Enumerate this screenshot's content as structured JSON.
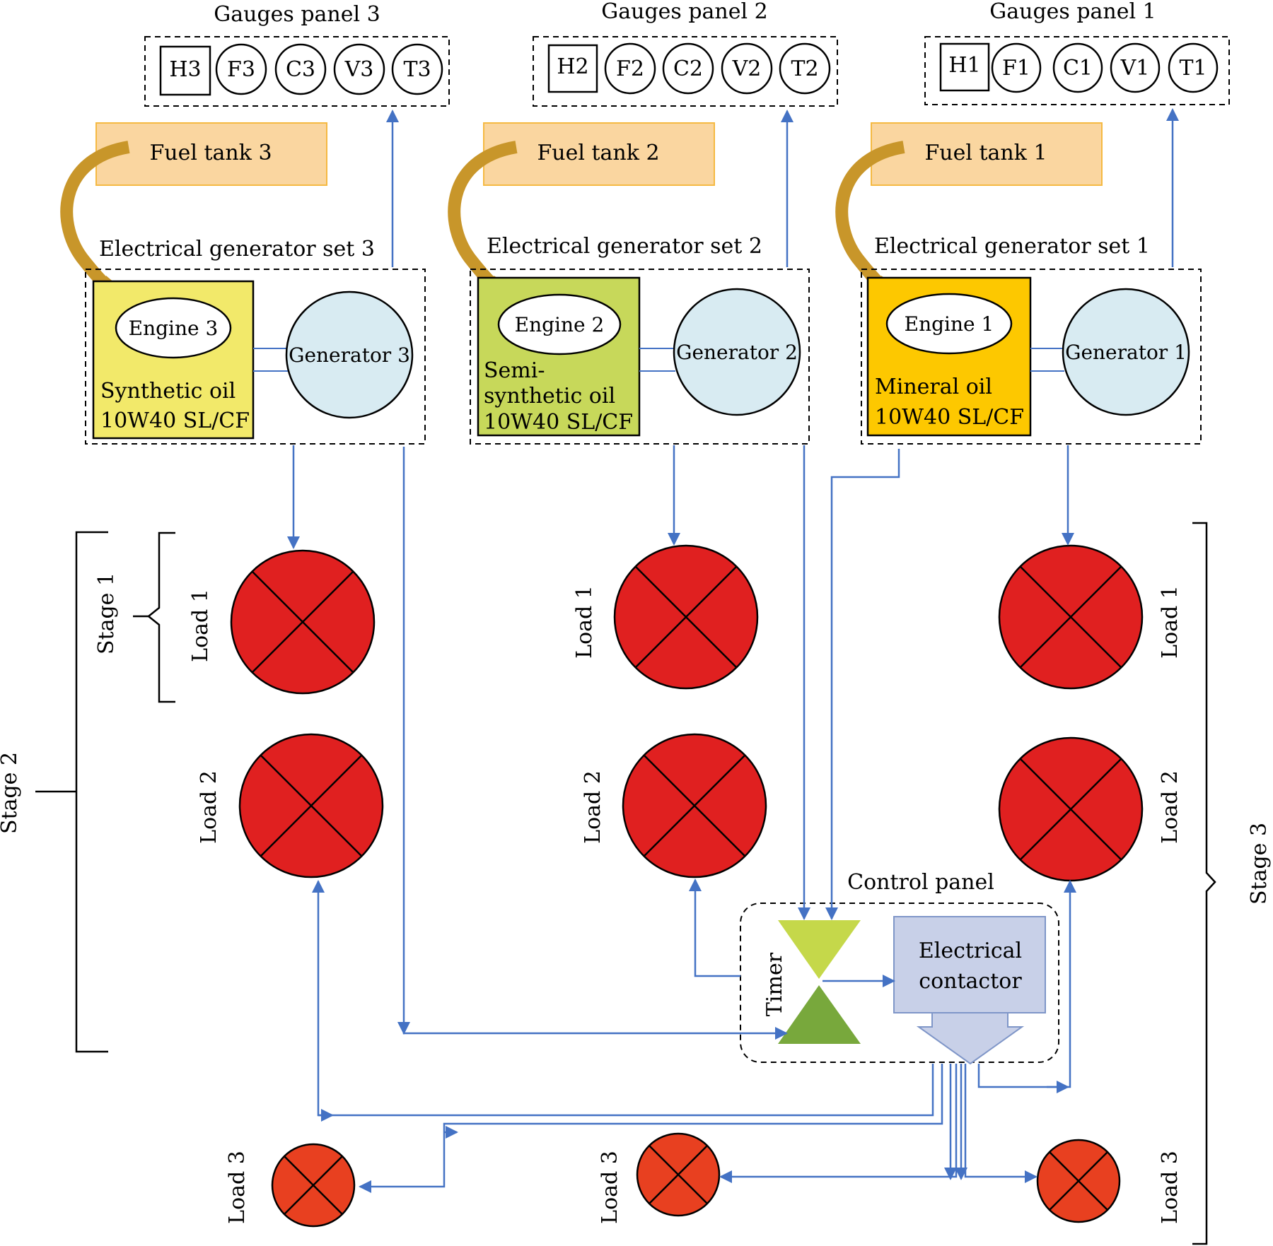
{
  "colors": {
    "flow": "#4472c4",
    "fuel_tank": "#fad6a0",
    "fuel_tank_border": "#f5b942",
    "fuel_arrow": "#c8962a",
    "engine3_box": "#f2e96a",
    "engine2_box": "#c7d85a",
    "engine1_box": "#fdc800",
    "generator": "#d8ebf2",
    "load_big": "#e02020",
    "load_small": "#e84020",
    "timer_top": "#c5d84a",
    "timer_bottom": "#78a83c",
    "contactor": "#c8d0e8",
    "contactor_border": "#7f96c8"
  },
  "gauges_panels": [
    {
      "title": "Gauges panel 3",
      "gauges": [
        "H3",
        "F3",
        "C3",
        "V3",
        "T3"
      ]
    },
    {
      "title": "Gauges panel 2",
      "gauges": [
        "H2",
        "F2",
        "C2",
        "V2",
        "T2"
      ]
    },
    {
      "title": "Gauges panel 1",
      "gauges": [
        "H1",
        "F1",
        "C1",
        "V1",
        "T1"
      ]
    }
  ],
  "fuel_tanks": [
    "Fuel tank 3",
    "Fuel tank 2",
    "Fuel tank 1"
  ],
  "generator_sets": [
    {
      "title": "Electrical generator set 3",
      "engine": "Engine 3",
      "generator": "Generator 3",
      "oil_lines": [
        "Synthetic oil",
        "10W40 SL/CF"
      ]
    },
    {
      "title": "Electrical generator set 2",
      "engine": "Engine 2",
      "generator": "Generator 2",
      "oil_lines": [
        "Semi-",
        "synthetic oil",
        "10W40 SL/CF"
      ]
    },
    {
      "title": "Electrical generator set 1",
      "engine": "Engine 1",
      "generator": "Generator 1",
      "oil_lines": [
        "Mineral oil",
        "10W40 SL/CF"
      ]
    }
  ],
  "loads": {
    "load1": "Load 1",
    "load2": "Load 2",
    "load3": "Load 3"
  },
  "stages": {
    "stage1": "Stage 1",
    "stage2": "Stage 2",
    "stage3": "Stage 3"
  },
  "control_panel": {
    "title": "Control panel",
    "timer": "Timer",
    "contactor_lines": [
      "Electrical",
      "contactor"
    ]
  }
}
